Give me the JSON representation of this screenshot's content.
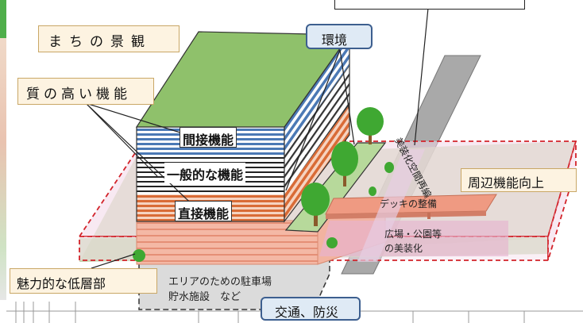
{
  "labels": {
    "machi_no_keikan": "まちの景観",
    "shitsu_no_takai_kinou": "質の高い機能",
    "kankyo": "環境",
    "kansetsu_kinou": "間接機能",
    "ippanteki_na_kinou": "一般的な機能",
    "chokusetsu_kinou": "直接機能",
    "shuhen_kinou_kojo": "周辺機能向上",
    "bisouka_kukan_saihen": "美装化空間再編",
    "deck_no_seibi": "デッキの整備",
    "hiroba_koen_to": "広場・公園等",
    "no_bisouka": "の美装化",
    "miryokuteki_na_teisoubu": "魅力的な低層部",
    "area_no_tame_no_chushajo": "エリアのための駐車場",
    "chosui_shisetsu_nado": "貯水施設　など",
    "kotsu_bosai": "交通、防災"
  },
  "colors": {
    "roof_green": "#8fc16b",
    "indirect_blue": "#4b79b5",
    "direct_orange": "#d96b36",
    "lowrise_salmon": "#ef9a82",
    "plaza": "#c9d8b2",
    "dashed_red": "#d2232a",
    "tree_green": "#3fa832",
    "trunk": "#8a5a2b",
    "underground_gray": "#cfcfcf"
  }
}
